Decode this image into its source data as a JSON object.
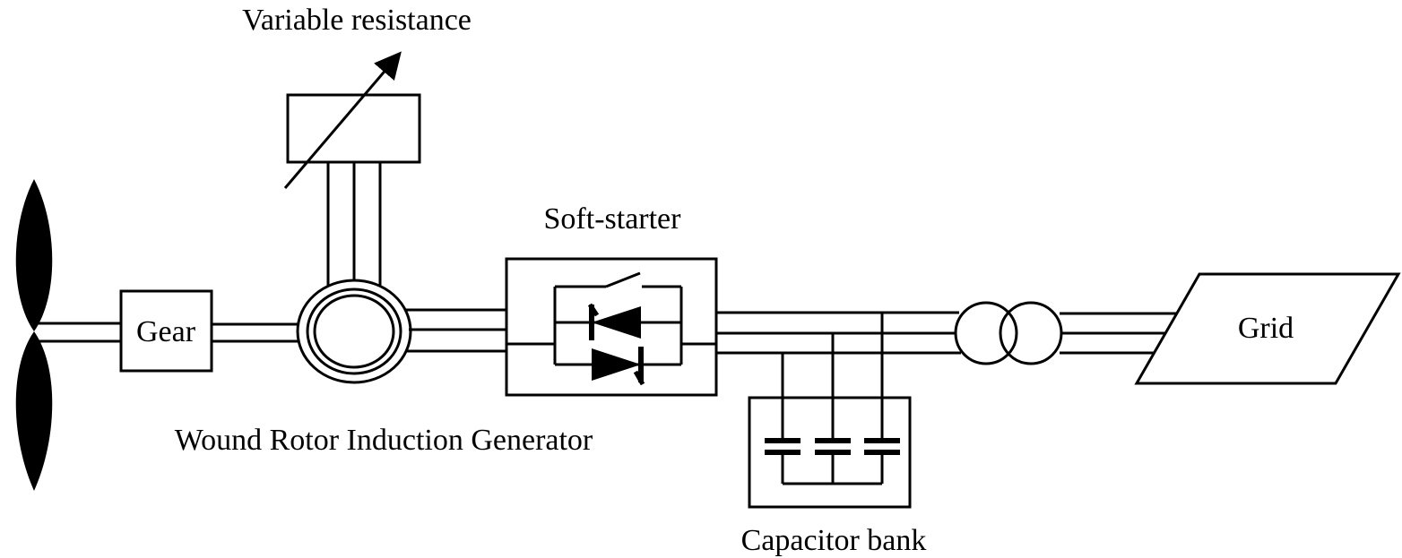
{
  "labels": {
    "variable_resistance": "Variable resistance",
    "soft_starter": "Soft-starter",
    "gear": "Gear",
    "generator": "Wound Rotor Induction Generator",
    "grid": "Grid",
    "capacitor_bank": "Capacitor bank"
  },
  "colors": {
    "stroke": "#000000",
    "background": "#ffffff"
  }
}
